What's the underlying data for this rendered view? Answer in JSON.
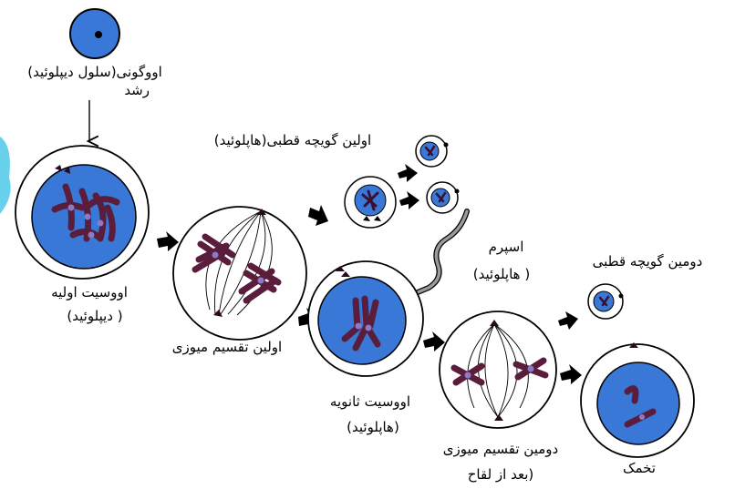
{
  "colors": {
    "cell_outline": "#000000",
    "nucleus": "#3a78d8",
    "nucleus_light": "#6fa0e8",
    "chromosome": "#5a1d3c",
    "centromere": "#8a7ac8",
    "sperm": "#9a9a9a",
    "arrow": "#000000",
    "side_accent": "#4fc8e8"
  },
  "labels": {
    "oogonium": "اووگونی(سلول دیپلوئید)",
    "growth": "رشد",
    "first_polar_body": "اولین گویچه قطبی(هاپلوئید)",
    "primary_oocyte": "اووسیت اولیه",
    "primary_oocyte_ploidy": "( دیپلوئید)",
    "first_meiosis": "اولین تقسیم میوزی",
    "sperm": "اسپرم",
    "sperm_ploidy": "( هاپلوئید)",
    "second_polar_body": "دومین گویچه قطبی",
    "secondary_oocyte": "اووسیت ثانویه",
    "secondary_oocyte_ploidy": "(هاپلوئید)",
    "second_meiosis": "دومین تقسیم میوزی",
    "after_fertilization": "(بعد از لقاح",
    "ovum": "تخمک"
  },
  "stages": [
    {
      "name": "oogonium",
      "ploidy": "diploid"
    },
    {
      "name": "primary-oocyte",
      "ploidy": "diploid"
    },
    {
      "name": "first-meiotic-division"
    },
    {
      "name": "first-polar-body",
      "ploidy": "haploid"
    },
    {
      "name": "secondary-oocyte",
      "ploidy": "haploid"
    },
    {
      "name": "second-meiotic-division"
    },
    {
      "name": "second-polar-body"
    },
    {
      "name": "ovum"
    }
  ]
}
